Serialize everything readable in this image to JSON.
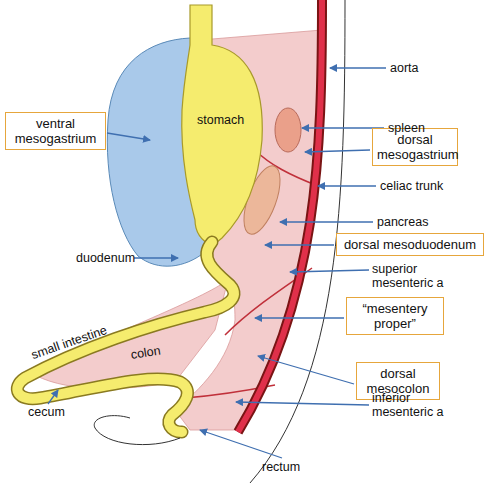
{
  "diagram": {
    "nodes": [
      {
        "text": [
          "ventral mesogastrium"
        ]
      },
      {
        "text": [
          "dorsal mesogastrium"
        ]
      },
      {
        "text": [
          "dorsal mesoduodenum"
        ]
      },
      {
        "text": [
          "“mesentery proper”"
        ]
      },
      {
        "text": [
          "dorsal mesocolon"
        ]
      }
    ],
    "labels": [
      "aorta",
      "stomach",
      "spleen",
      "celiac trunk",
      "pancreas",
      "duodenum",
      "superior mesenteric a",
      "small intestine",
      "colon",
      "cecum",
      "inferior mesenteric a",
      "rectum"
    ]
  }
}
